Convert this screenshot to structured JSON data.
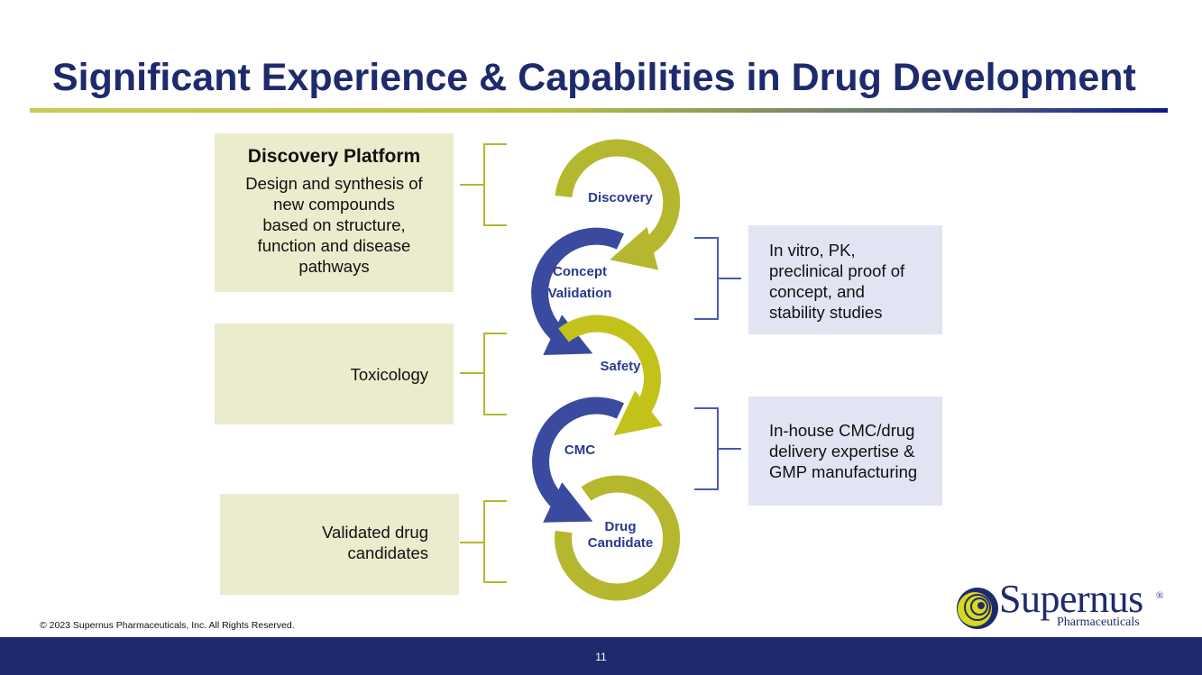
{
  "title": "Significant Experience & Capabilities in Drug Development",
  "colors": {
    "navy": "#1f2a6e",
    "olive": "#b5b82e",
    "blue_arrow": "#3a4a9e",
    "left_box": "#eaeccd",
    "right_box": "#e2e3f3"
  },
  "left_boxes": [
    {
      "heading": "Discovery Platform",
      "text": [
        "Design and synthesis of",
        "new compounds",
        "based on structure,",
        "function and disease",
        "pathways"
      ]
    },
    {
      "text": [
        "Toxicology"
      ]
    },
    {
      "text": [
        "Validated drug",
        "candidates"
      ]
    }
  ],
  "right_boxes": [
    {
      "text": [
        "In vitro, PK,",
        "preclinical proof of",
        "concept, and",
        "stability studies"
      ]
    },
    {
      "text": [
        "In-house CMC/drug",
        "delivery expertise &",
        "GMP manufacturing"
      ]
    }
  ],
  "stages": [
    {
      "label": [
        "Discovery"
      ],
      "color": "olive"
    },
    {
      "label": [
        "Concept",
        "Validation"
      ],
      "color": "blue"
    },
    {
      "label": [
        "Safety"
      ],
      "color": "olive"
    },
    {
      "label": [
        "CMC"
      ],
      "color": "blue"
    },
    {
      "label": [
        "Drug",
        "Candidate"
      ],
      "color": "olive"
    }
  ],
  "copyright": "© 2023 Supernus Pharmaceuticals, Inc. All Rights Reserved.",
  "page_number": "11",
  "logo": {
    "name": "Supernus",
    "registered": "®",
    "subtitle": "Pharmaceuticals"
  }
}
